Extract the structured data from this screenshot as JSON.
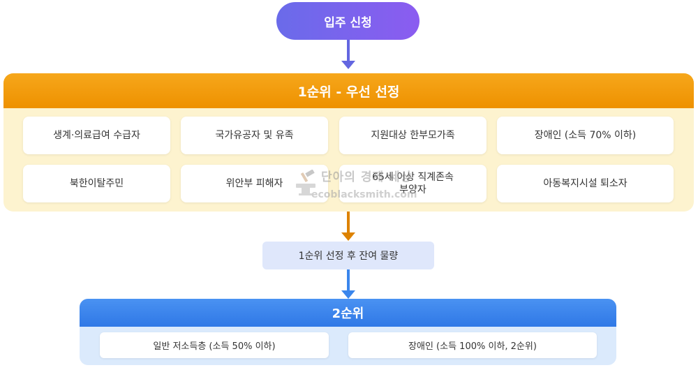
{
  "start": {
    "label": "입주 신청"
  },
  "priority1": {
    "title": "1순위 - 우선 선정",
    "items": [
      "생계·의료급여 수급자",
      "국가유공자 및 유족",
      "지원대상 한부모가족",
      "장애인 (소득 70% 이하)",
      "북한이탈주민",
      "위안부 피해자",
      "65세 이상 직계존속\n부양자",
      "아동복지시설 퇴소자"
    ]
  },
  "middle": {
    "label": "1순위 선정 후 잔여 물량"
  },
  "priority2": {
    "title": "2순위",
    "items": [
      "일반 저소득층 (소득 50% 이하)",
      "장애인 (소득 100% 이하, 2순위)"
    ]
  },
  "watermark": {
    "line1": "단아의 경제 세상",
    "line2": "ecoblacksmith.com"
  },
  "colors": {
    "start": "#7a63ee",
    "priority1_header": "#f29a0d",
    "priority1_bg": "#fdf3cf",
    "middle_bg": "#dfe7fb",
    "priority2_header": "#3a86ec",
    "priority2_bg": "#dbeafc"
  }
}
